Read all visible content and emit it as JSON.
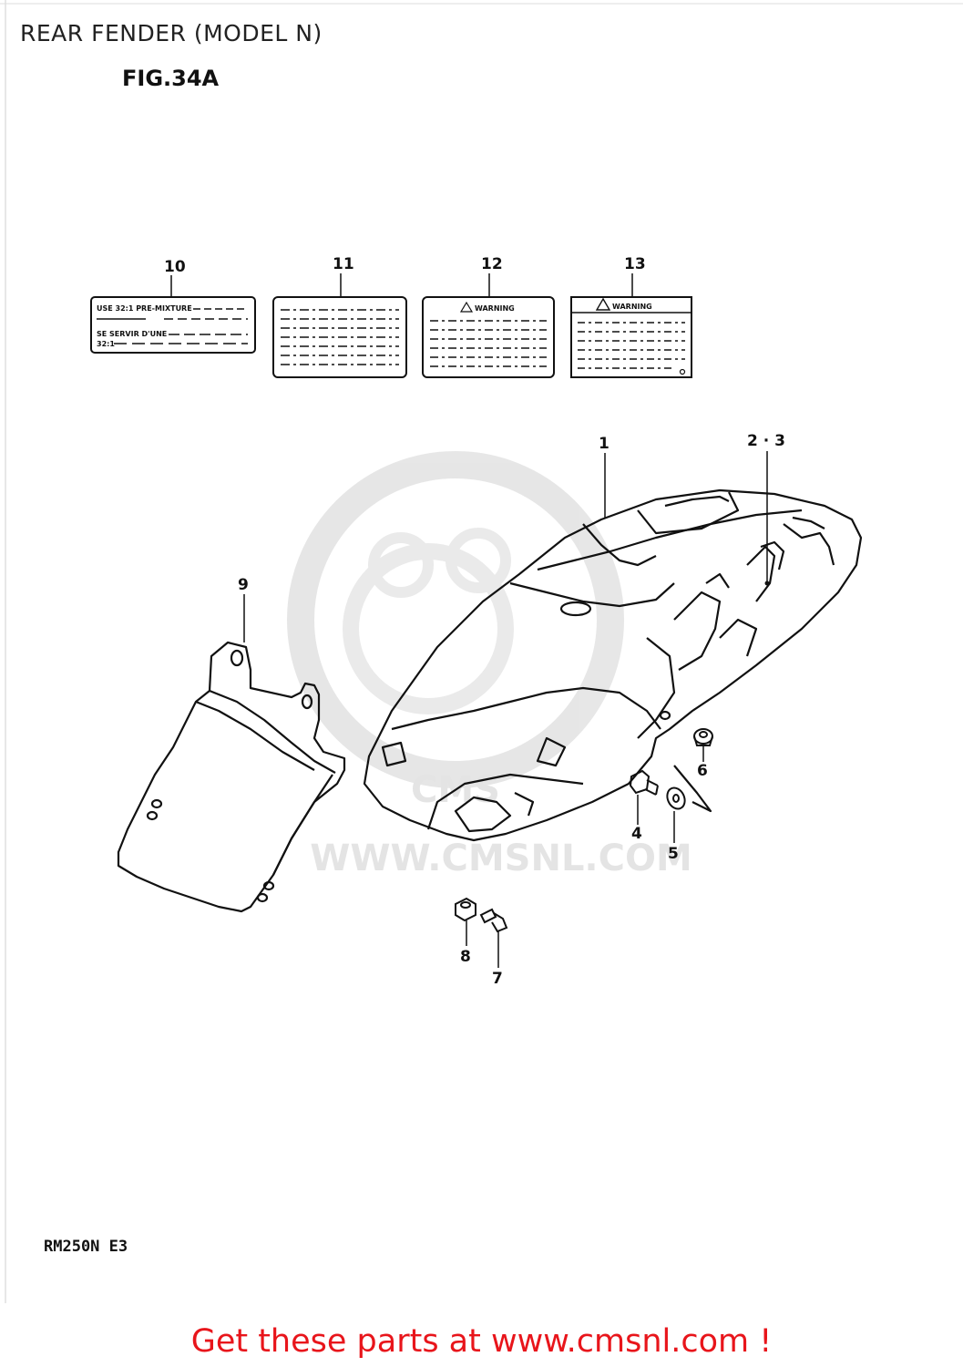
{
  "header": {
    "title": "REAR FENDER (MODEL N)",
    "figure": "FIG.34A"
  },
  "watermark": {
    "text": "WWW.CMSNL.COM",
    "logo": "CMS"
  },
  "labels": {
    "l10": {
      "line1": "USE 32:1 PRE-MIXTURE",
      "line2": "SE SERVIR D'UNE",
      "line3": "32:1"
    },
    "l12": {
      "heading": "WARNING"
    },
    "l13": {
      "heading": "WARNING"
    }
  },
  "callouts": {
    "c1": "1",
    "c23": "2 · 3",
    "c4": "4",
    "c5": "5",
    "c6": "6",
    "c7": "7",
    "c8": "8",
    "c9": "9",
    "c10": "10",
    "c11": "11",
    "c12": "12",
    "c13": "13"
  },
  "footer": {
    "model": "RM250N  E3",
    "link_text": "Get these parts at www.cmsnl.com !",
    "link_color": "#e8151b"
  }
}
